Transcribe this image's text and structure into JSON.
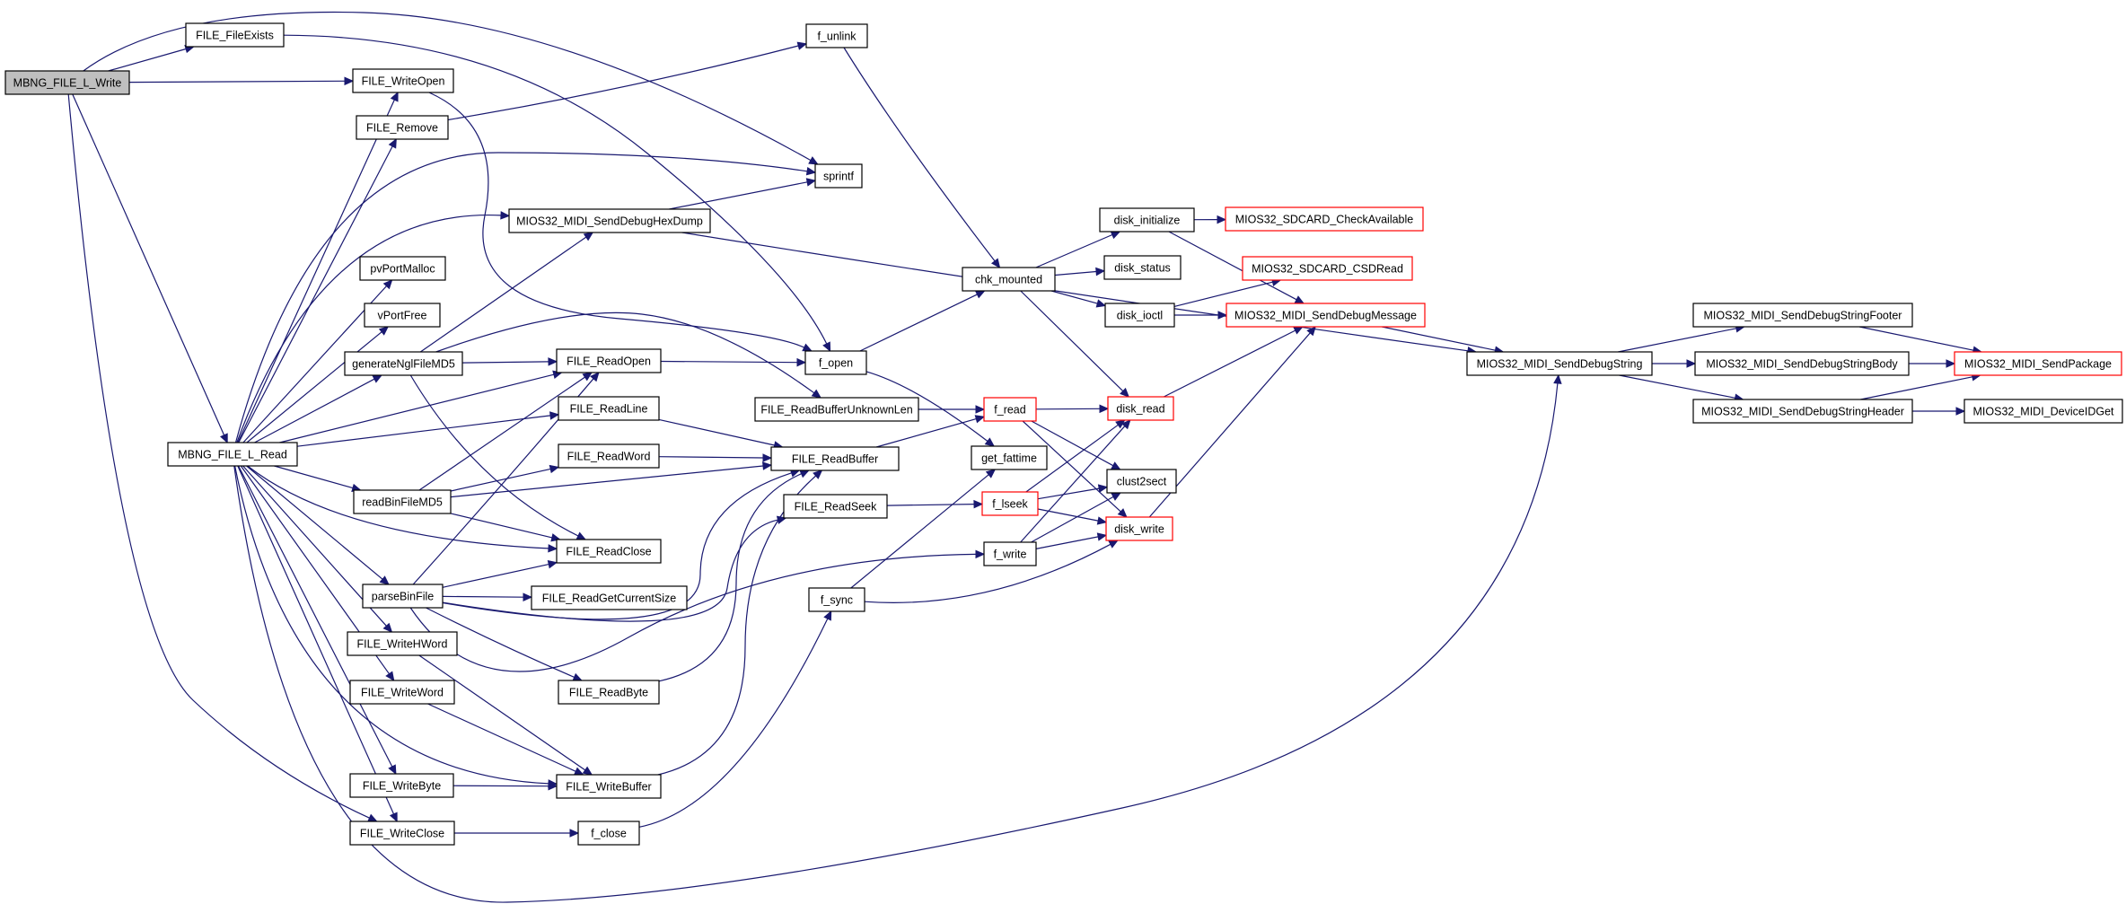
{
  "graph": {
    "nodes": [
      {
        "id": "n_mbng_write",
        "label": "MBNG_FILE_L_Write",
        "style": "highlight"
      },
      {
        "id": "n_fileexists",
        "label": "FILE_FileExists",
        "style": "normal"
      },
      {
        "id": "n_writeopen",
        "label": "FILE_WriteOpen",
        "style": "normal"
      },
      {
        "id": "n_remove",
        "label": "FILE_Remove",
        "style": "normal"
      },
      {
        "id": "n_sendhexdump",
        "label": "MIOS32_MIDI_SendDebugHexDump",
        "style": "normal"
      },
      {
        "id": "n_pvportmalloc",
        "label": "pvPortMalloc",
        "style": "normal"
      },
      {
        "id": "n_vportfree",
        "label": "vPortFree",
        "style": "normal"
      },
      {
        "id": "n_genngl",
        "label": "generateNglFileMD5",
        "style": "normal"
      },
      {
        "id": "n_mbng_read",
        "label": "MBNG_FILE_L_Read",
        "style": "normal"
      },
      {
        "id": "n_readbinmd5",
        "label": "readBinFileMD5",
        "style": "normal"
      },
      {
        "id": "n_parsebin",
        "label": "parseBinFile",
        "style": "normal"
      },
      {
        "id": "n_writehword",
        "label": "FILE_WriteHWord",
        "style": "normal"
      },
      {
        "id": "n_writeword",
        "label": "FILE_WriteWord",
        "style": "normal"
      },
      {
        "id": "n_writebyte",
        "label": "FILE_WriteByte",
        "style": "normal"
      },
      {
        "id": "n_writeclose",
        "label": "FILE_WriteClose",
        "style": "normal"
      },
      {
        "id": "n_unlink",
        "label": "f_unlink",
        "style": "normal"
      },
      {
        "id": "n_sprintf",
        "label": "sprintf",
        "style": "normal"
      },
      {
        "id": "n_readopen",
        "label": "FILE_ReadOpen",
        "style": "normal"
      },
      {
        "id": "n_readline",
        "label": "FILE_ReadLine",
        "style": "normal"
      },
      {
        "id": "n_readword",
        "label": "FILE_ReadWord",
        "style": "normal"
      },
      {
        "id": "n_readclose",
        "label": "FILE_ReadClose",
        "style": "normal"
      },
      {
        "id": "n_readgetsize",
        "label": "FILE_ReadGetCurrentSize",
        "style": "normal"
      },
      {
        "id": "n_readbyte",
        "label": "FILE_ReadByte",
        "style": "normal"
      },
      {
        "id": "n_writebuffer",
        "label": "FILE_WriteBuffer",
        "style": "normal"
      },
      {
        "id": "n_fclose",
        "label": "f_close",
        "style": "normal"
      },
      {
        "id": "n_fopen",
        "label": "f_open",
        "style": "normal"
      },
      {
        "id": "n_readbufunk",
        "label": "FILE_ReadBufferUnknownLen",
        "style": "normal"
      },
      {
        "id": "n_readbuffer",
        "label": "FILE_ReadBuffer",
        "style": "normal"
      },
      {
        "id": "n_readseek",
        "label": "FILE_ReadSeek",
        "style": "normal"
      },
      {
        "id": "n_fsync",
        "label": "f_sync",
        "style": "normal"
      },
      {
        "id": "n_chkmounted",
        "label": "chk_mounted",
        "style": "normal"
      },
      {
        "id": "n_getfattime",
        "label": "get_fattime",
        "style": "normal"
      },
      {
        "id": "n_fread",
        "label": "f_read",
        "style": "truncated"
      },
      {
        "id": "n_flseek",
        "label": "f_lseek",
        "style": "truncated"
      },
      {
        "id": "n_fwrite",
        "label": "f_write",
        "style": "normal"
      },
      {
        "id": "n_diskinit",
        "label": "disk_initialize",
        "style": "normal"
      },
      {
        "id": "n_diskstatus",
        "label": "disk_status",
        "style": "normal"
      },
      {
        "id": "n_diskioctl",
        "label": "disk_ioctl",
        "style": "normal"
      },
      {
        "id": "n_diskread",
        "label": "disk_read",
        "style": "truncated"
      },
      {
        "id": "n_clust2sect",
        "label": "clust2sect",
        "style": "normal"
      },
      {
        "id": "n_diskwrite",
        "label": "disk_write",
        "style": "truncated"
      },
      {
        "id": "n_sdcheck",
        "label": "MIOS32_SDCARD_CheckAvailable",
        "style": "truncated"
      },
      {
        "id": "n_sdcsd",
        "label": "MIOS32_SDCARD_CSDRead",
        "style": "truncated"
      },
      {
        "id": "n_senddebugmsg",
        "label": "MIOS32_MIDI_SendDebugMessage",
        "style": "truncated"
      },
      {
        "id": "n_senddebugstr",
        "label": "MIOS32_MIDI_SendDebugString",
        "style": "normal"
      },
      {
        "id": "n_strfooter",
        "label": "MIOS32_MIDI_SendDebugStringFooter",
        "style": "normal"
      },
      {
        "id": "n_strbody",
        "label": "MIOS32_MIDI_SendDebugStringBody",
        "style": "normal"
      },
      {
        "id": "n_strheader",
        "label": "MIOS32_MIDI_SendDebugStringHeader",
        "style": "normal"
      },
      {
        "id": "n_sendpackage",
        "label": "MIOS32_MIDI_SendPackage",
        "style": "truncated"
      },
      {
        "id": "n_deviceid",
        "label": "MIOS32_MIDI_DeviceIDGet",
        "style": "normal"
      }
    ],
    "colors": {
      "edge": "#191970",
      "node_border": "#000000",
      "truncated_border": "#ff0000",
      "highlight_fill": "#bfbfbf"
    }
  }
}
